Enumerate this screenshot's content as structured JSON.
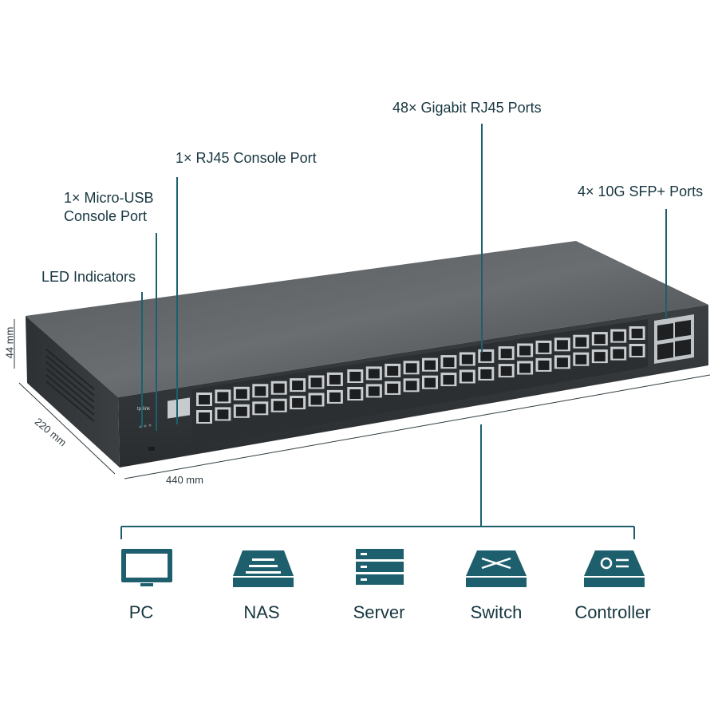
{
  "callouts": {
    "gigabit_ports": "48× Gigabit RJ45 Ports",
    "rj45_console": "1× RJ45 Console Port",
    "micro_usb_line1": "1× Micro-USB",
    "micro_usb_line2": "Console Port",
    "sfp_ports": "4× 10G SFP+ Ports",
    "led_indicators": "LED Indicators"
  },
  "dimensions": {
    "height": "44 mm",
    "depth": "220 mm",
    "width": "440 mm"
  },
  "devices": [
    {
      "label": "PC",
      "icon": "pc-icon"
    },
    {
      "label": "NAS",
      "icon": "nas-icon"
    },
    {
      "label": "Server",
      "icon": "server-icon"
    },
    {
      "label": "Switch",
      "icon": "switch-icon"
    },
    {
      "label": "Controller",
      "icon": "controller-icon"
    }
  ],
  "colors": {
    "accent": "#1e5f6e",
    "chassis": "#3a3d40",
    "chassis_top": "#4a4d50"
  }
}
